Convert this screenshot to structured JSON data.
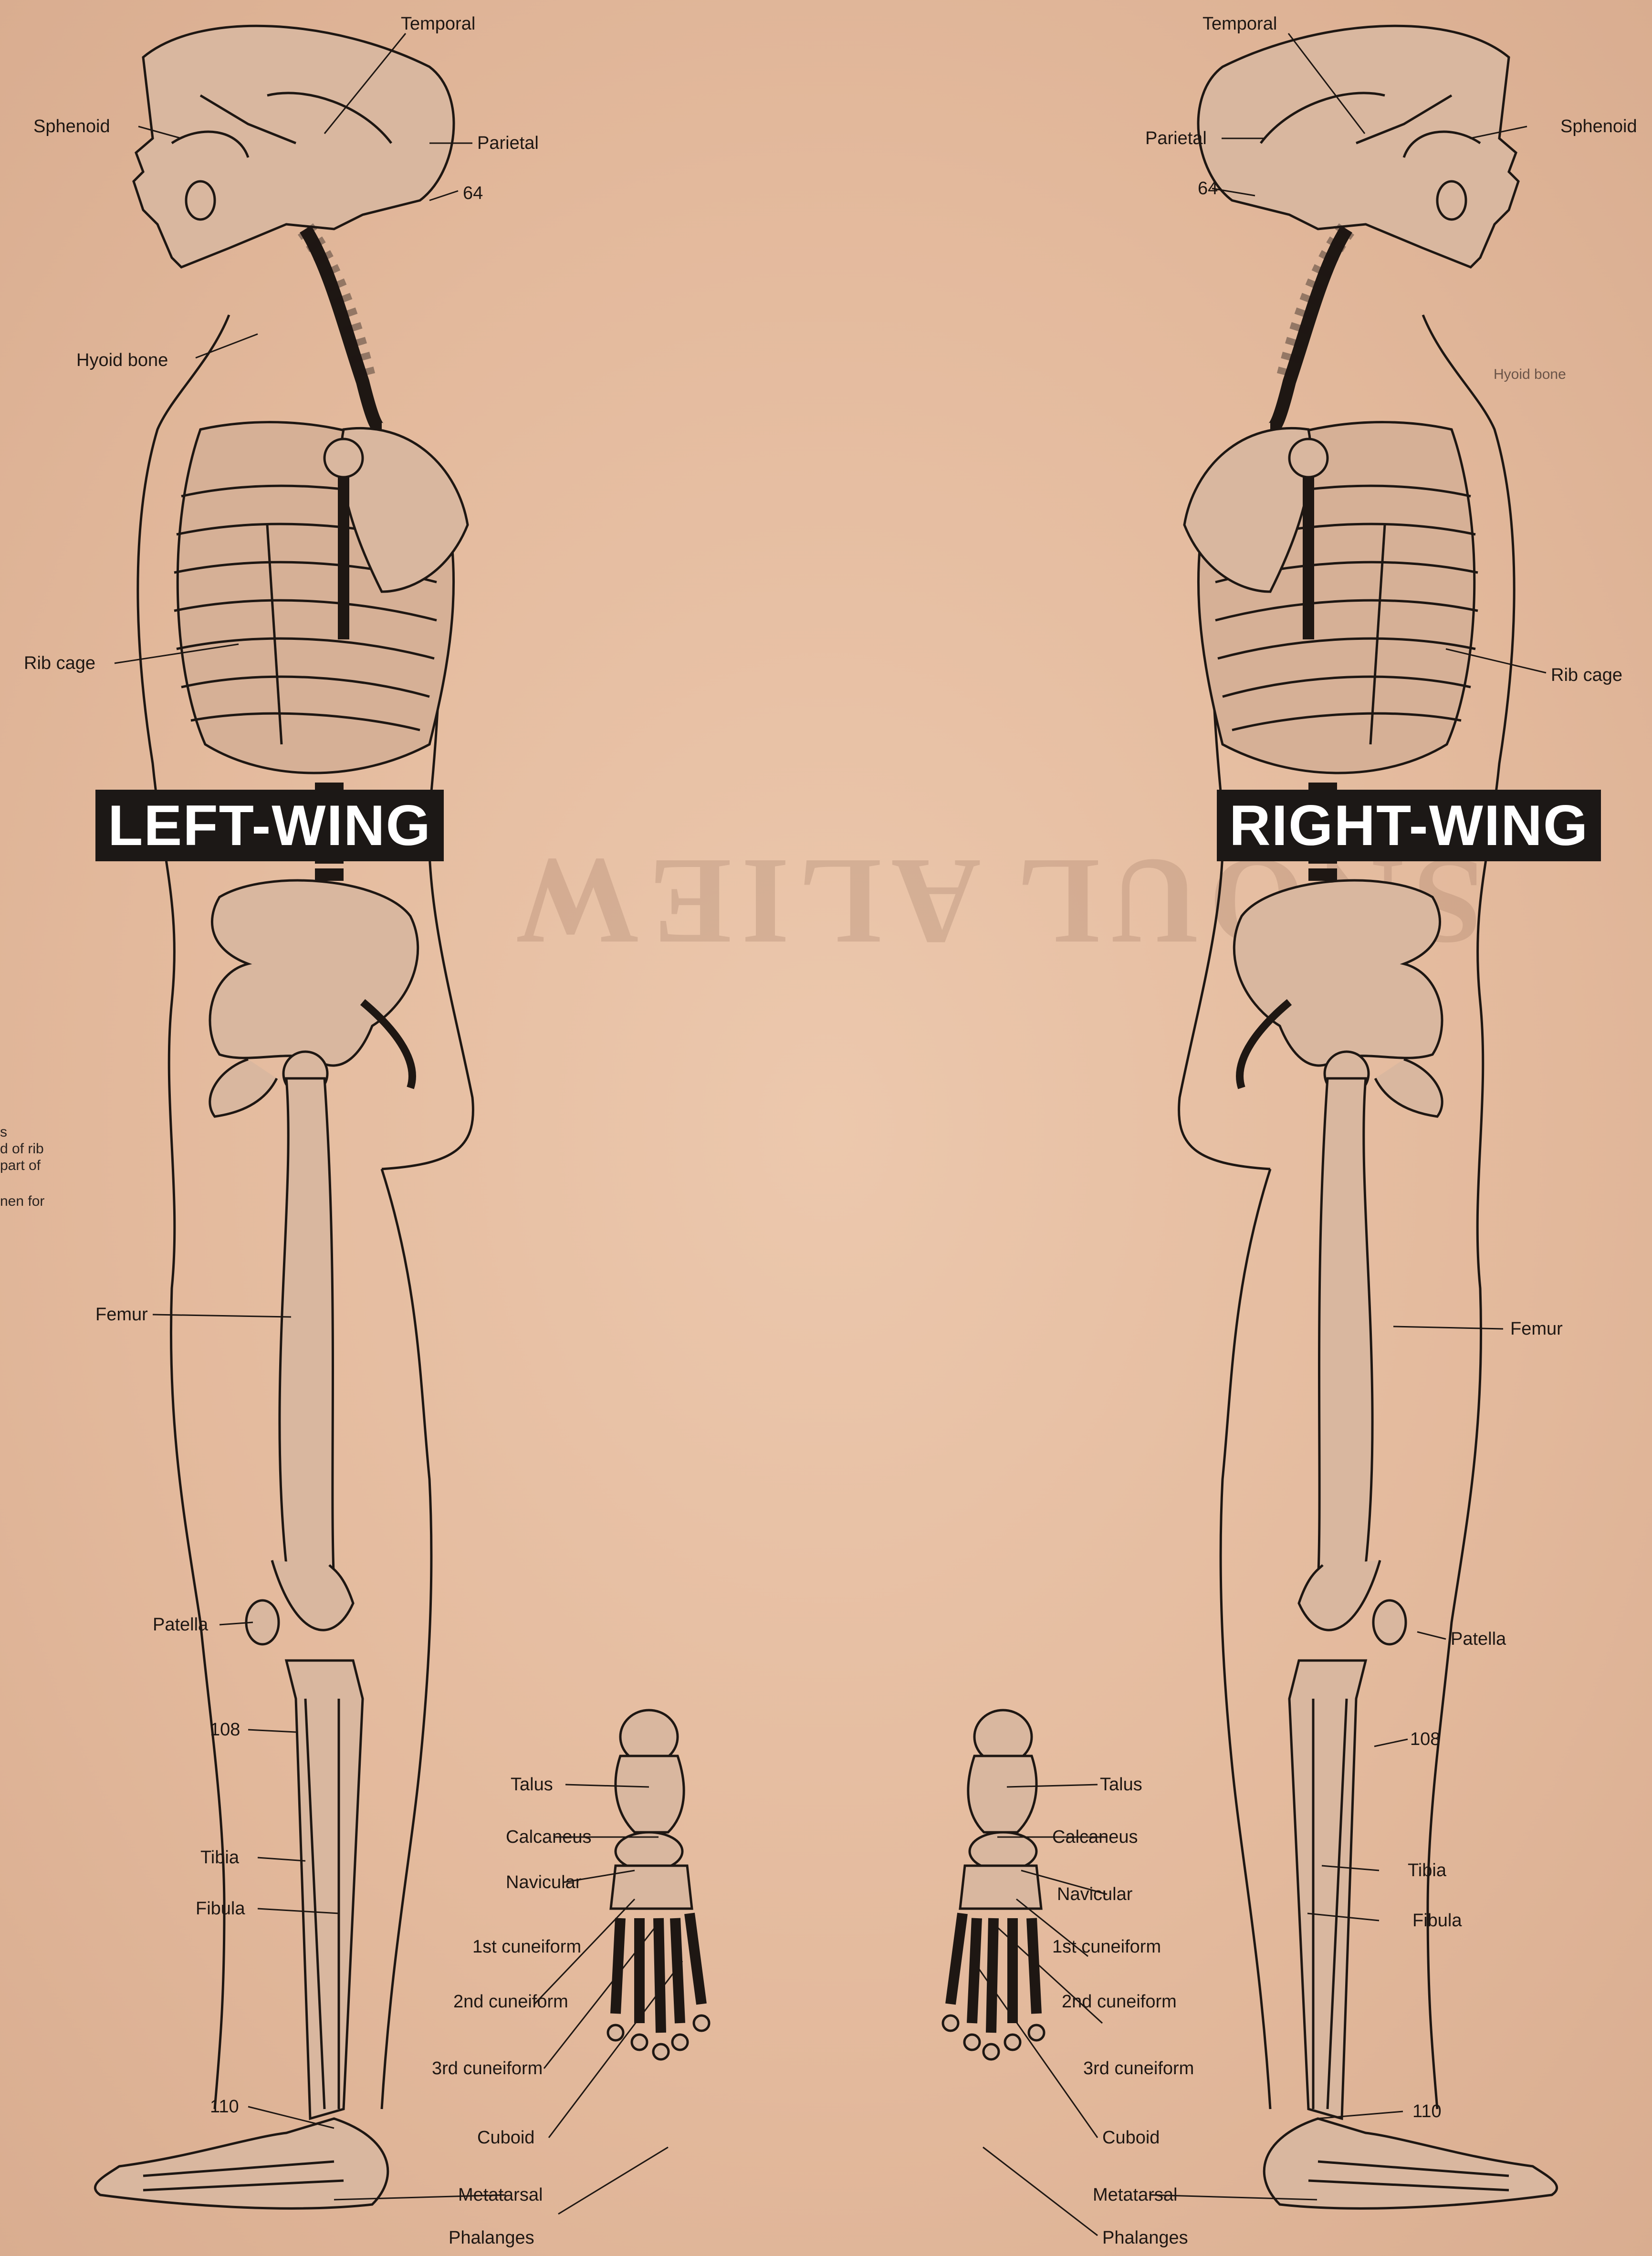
{
  "colors": {
    "paper": "#e6bfa3",
    "ink": "#1e1713",
    "banner": "#1c1816",
    "banner_text": "#ffffff"
  },
  "left_figure": {
    "banner": "LEFT-WING",
    "labels": {
      "temporal": "Temporal",
      "sphenoid": "Sphenoid",
      "parietal": "Parietal",
      "ref_64": "64",
      "hyoid": "Hyoid bone",
      "rib_cage": "Rib cage",
      "femur": "Femur",
      "patella": "Patella",
      "ref_108": "108",
      "tibia": "Tibia",
      "fibula": "Fibula",
      "ref_110": "110"
    },
    "foot_labels": {
      "talus": "Talus",
      "calcaneus": "Calcaneus",
      "navicular": "Navicular",
      "cuneiform1": "1st cuneiform",
      "cuneiform2": "2nd cuneiform",
      "cuneiform3": "3rd cuneiform",
      "cuboid": "Cuboid",
      "metatarsal": "Metatarsal",
      "phalanges": "Phalanges"
    }
  },
  "right_figure": {
    "banner": "RIGHT-WING",
    "labels": {
      "temporal": "Temporal",
      "sphenoid": "Sphenoid",
      "parietal": "Parietal",
      "ref_64": "64",
      "hyoid": "Hyoid bone",
      "rib_cage": "Rib cage",
      "femur": "Femur",
      "patella": "Patella",
      "ref_108": "108",
      "tibia": "Tibia",
      "fibula": "Fibula",
      "ref_110": "110"
    },
    "foot_labels": {
      "talus": "Talus",
      "calcaneus": "Calcaneus",
      "navicular": "Navicular",
      "cuneiform1": "1st cuneiform",
      "cuneiform2": "2nd cuneiform",
      "cuneiform3": "3rd cuneiform",
      "cuboid": "Cuboid",
      "metatarsal": "Metatarsal",
      "phalanges": "Phalanges"
    }
  },
  "margin_text": {
    "line1": "s",
    "line2": "d of rib",
    "line3": "part of",
    "line4": "nen for"
  },
  "bleed_through": "SNOUL ALIEW"
}
